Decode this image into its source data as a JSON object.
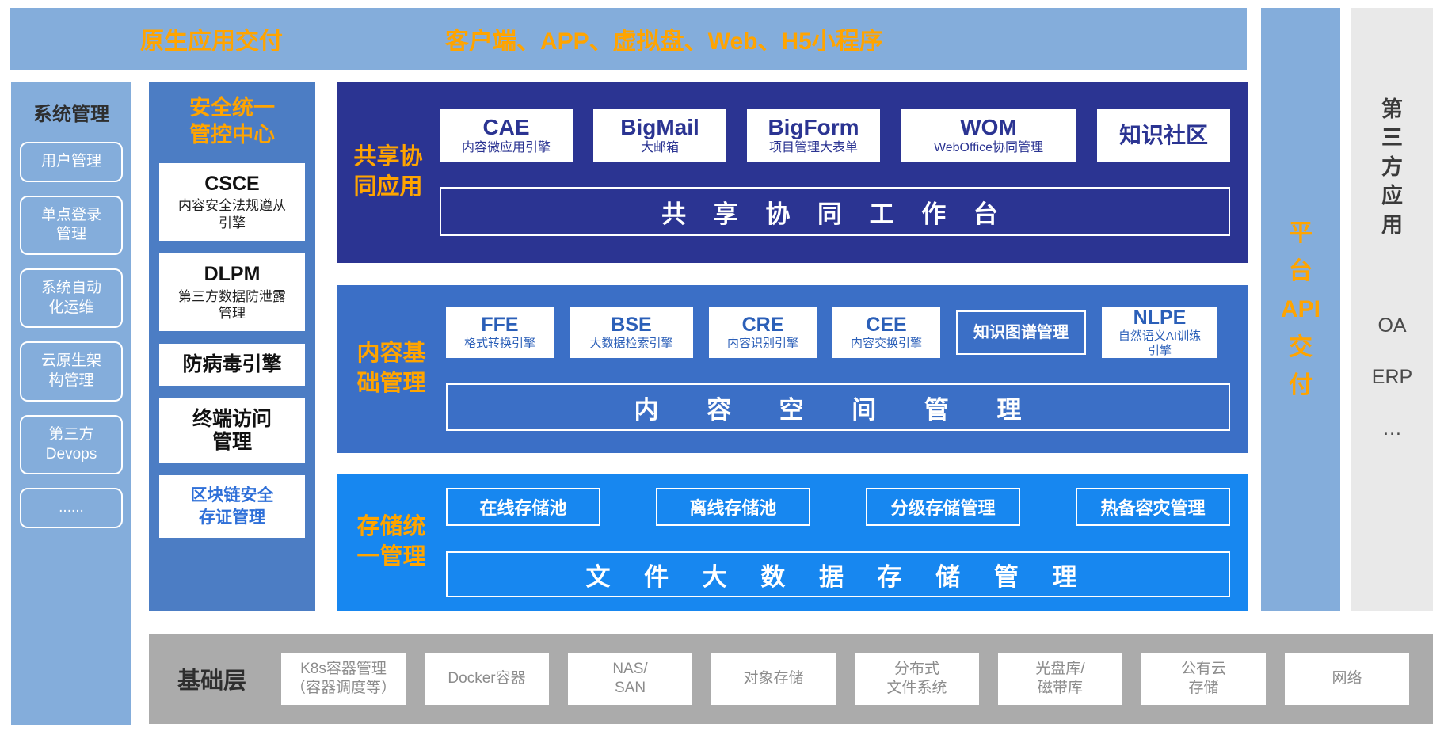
{
  "colors": {
    "light_blue": "#84ADDB",
    "security_blue": "#4C7DC4",
    "navy": "#2B3492",
    "mid_blue": "#3B6FC6",
    "bright_blue": "#1787F0",
    "bar_gray": "#ABABAB",
    "panel_gray": "#E9E9E9",
    "orange": "#FFA400",
    "dark_text": "#2E2E2E",
    "box_blue_text": "#2B5FB8",
    "infra_text": "#8C8C8C"
  },
  "top_bar": {
    "left": "原生应用交付",
    "right": "客户端、APP、虚拟盘、Web、H5小程序"
  },
  "system_management": {
    "title": "系统管理",
    "items": [
      "用户管理",
      "单点登录\n管理",
      "系统自动\n化运维",
      "云原生架\n构管理",
      "第三方\nDevops",
      "......"
    ]
  },
  "security_center": {
    "title": "安全统一\n管控中心",
    "boxes": [
      {
        "title": "CSCE",
        "sub": "内容安全法规遵从\n引擎"
      },
      {
        "title": "DLPM",
        "sub": "第三方数据防泄露\n管理"
      },
      {
        "title": "防病毒引擎",
        "sub": ""
      },
      {
        "title": "终端访问\n管理",
        "sub": ""
      },
      {
        "title": "区块链安全\n存证管理",
        "sub": ""
      }
    ]
  },
  "shared_collab": {
    "label": "共享协\n同应用",
    "boxes": [
      {
        "title": "CAE",
        "sub": "内容微应用引擎"
      },
      {
        "title": "BigMail",
        "sub": "大邮箱"
      },
      {
        "title": "BigForm",
        "sub": "项目管理大表单"
      },
      {
        "title": "WOM",
        "sub": "WebOffice协同管理"
      },
      {
        "title": "知识社区",
        "sub": ""
      }
    ],
    "bar": "共 享 协 同 工 作 台"
  },
  "content_base": {
    "label": "内容基\n础管理",
    "boxes": [
      {
        "title": "FFE",
        "sub": "格式转换引擎"
      },
      {
        "title": "BSE",
        "sub": "大数据检索引擎"
      },
      {
        "title": "CRE",
        "sub": "内容识别引擎"
      },
      {
        "title": "CEE",
        "sub": "内容交换引擎"
      },
      {
        "title": "知识图谱管理",
        "sub": ""
      },
      {
        "title": "NLPE",
        "sub": "自然语义AI训练\n引擎"
      }
    ],
    "bar": "内 容 空 间 管 理"
  },
  "storage": {
    "label": "存储统\n一管理",
    "boxes": [
      "在线存储池",
      "离线存储池",
      "分级存储管理",
      "热备容灾管理"
    ],
    "bar": "文 件 大 数 据 存 储 管 理"
  },
  "platform_api": {
    "label": "平\n台\nAPI\n交\n付"
  },
  "third_party": {
    "title": "第\n三\n方\n应\n用",
    "items": [
      "OA",
      "ERP",
      "…"
    ]
  },
  "infrastructure": {
    "label": "基础层",
    "boxes": [
      "K8s容器管理\n（容器调度等）",
      "Docker容器",
      "NAS/\nSAN",
      "对象存储",
      "分布式\n文件系统",
      "光盘库/\n磁带库",
      "公有云\n存储",
      "网络"
    ]
  }
}
